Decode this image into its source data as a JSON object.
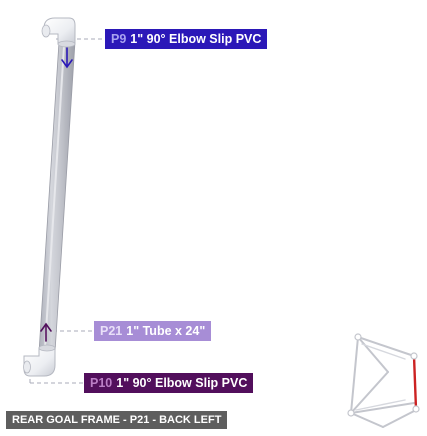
{
  "parts": [
    {
      "code": "P9",
      "name": "1\" 90° Elbow Slip PVC",
      "color": "#2b18b8"
    },
    {
      "code": "P21",
      "name": "1\" Tube x 24\"",
      "color": "#a78dd6"
    },
    {
      "code": "P10",
      "name": "1\" 90° Elbow Slip PVC",
      "color": "#520f5c"
    }
  ],
  "caption": "REAR GOAL FRAME - P21 - BACK LEFT",
  "highlight_color": "#cc2222",
  "pipe_color": "#f4f4f6"
}
